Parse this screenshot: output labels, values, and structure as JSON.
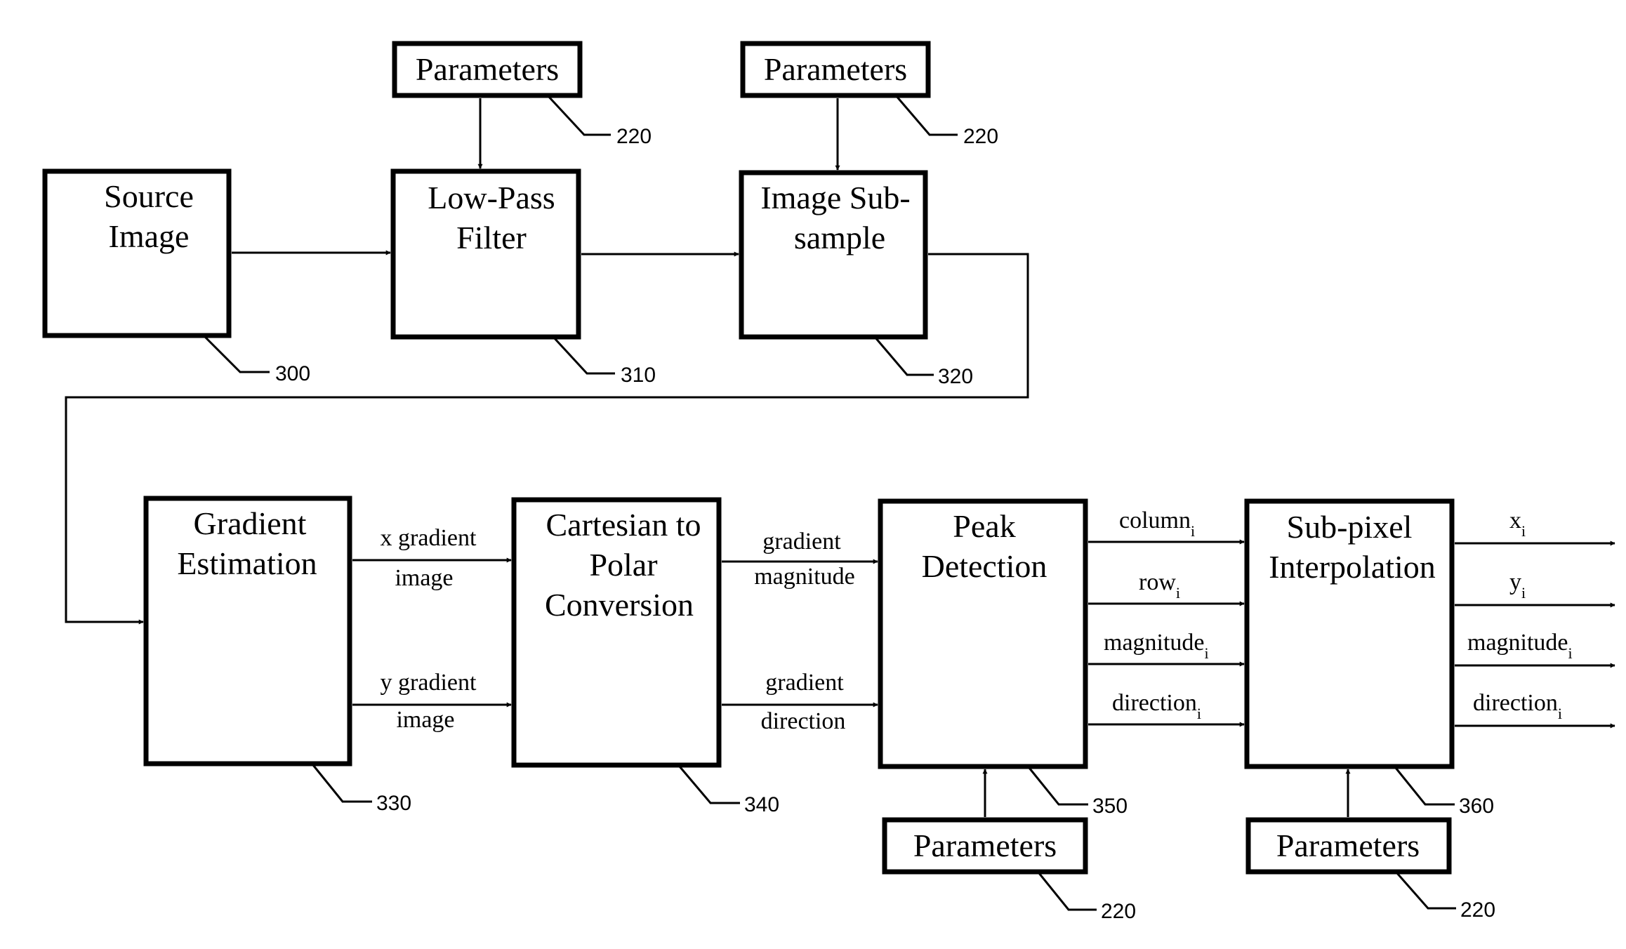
{
  "blocks": {
    "source_image": [
      "Source",
      "Image"
    ],
    "low_pass_filter": [
      "Low-Pass",
      "Filter"
    ],
    "image_subsample": [
      "Image Sub-",
      "sample"
    ],
    "gradient_estimation": [
      "Gradient",
      "Estimation"
    ],
    "cartesian_to_polar": [
      "Cartesian to",
      "Polar",
      "Conversion"
    ],
    "peak_detection": [
      "Peak",
      "Detection"
    ],
    "subpixel_interpolation": [
      "Sub-pixel",
      "Interpolation"
    ],
    "parameters": "Parameters"
  },
  "signals": {
    "x_gradient_image": [
      "x gradient",
      "image"
    ],
    "y_gradient_image": [
      "y gradient",
      "image"
    ],
    "gradient_magnitude": [
      "gradient",
      "magnitude"
    ],
    "gradient_direction": [
      "gradient",
      "direction"
    ],
    "column": "column",
    "row": "row",
    "magnitude": "magnitude",
    "direction": "direction",
    "x": "x",
    "y": "y",
    "subscript": "i"
  },
  "refs": {
    "parameters": "220",
    "source_image": "300",
    "low_pass_filter": "310",
    "image_subsample": "320",
    "gradient_estimation": "330",
    "cartesian_to_polar": "340",
    "peak_detection": "350",
    "subpixel_interpolation": "360"
  }
}
